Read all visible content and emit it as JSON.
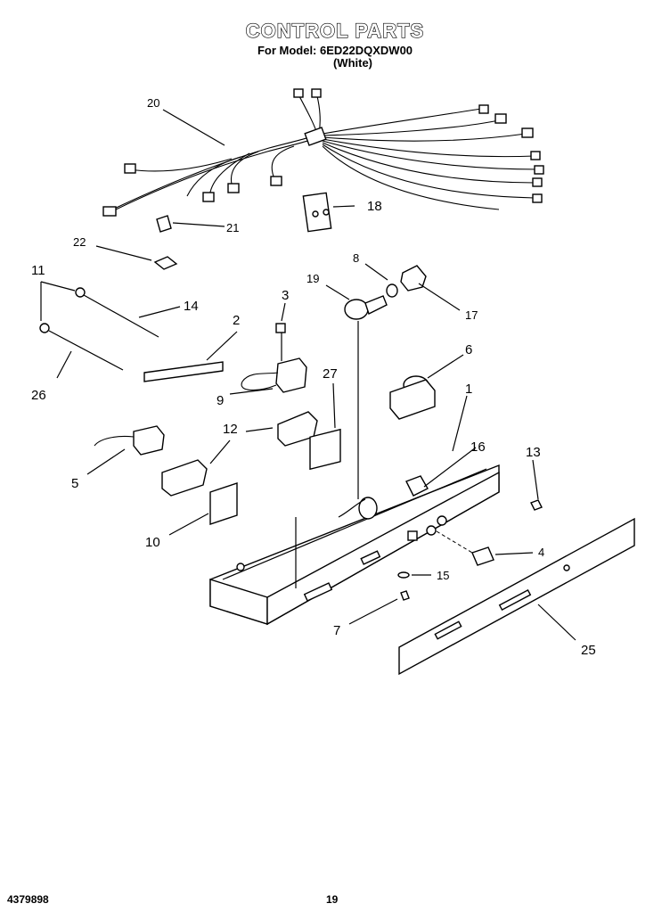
{
  "header": {
    "title": "CONTROL PARTS",
    "model_line": "For Model: 6ED22DQXDW00",
    "color_line": "(White)"
  },
  "footer": {
    "doc_number": "4379898",
    "page_number": "19"
  },
  "callouts": {
    "c20": "20",
    "c18": "18",
    "c21": "21",
    "c22": "22",
    "c8": "8",
    "c11": "11",
    "c19": "19",
    "c3": "3",
    "c14": "14",
    "c17": "17",
    "c2": "2",
    "c6": "6",
    "c26": "26",
    "c27": "27",
    "c9": "9",
    "c1": "1",
    "c12": "12",
    "c16": "16",
    "c13": "13",
    "c5": "5",
    "c10": "10",
    "c4": "4",
    "c15": "15",
    "c7": "7",
    "c25": "25"
  }
}
